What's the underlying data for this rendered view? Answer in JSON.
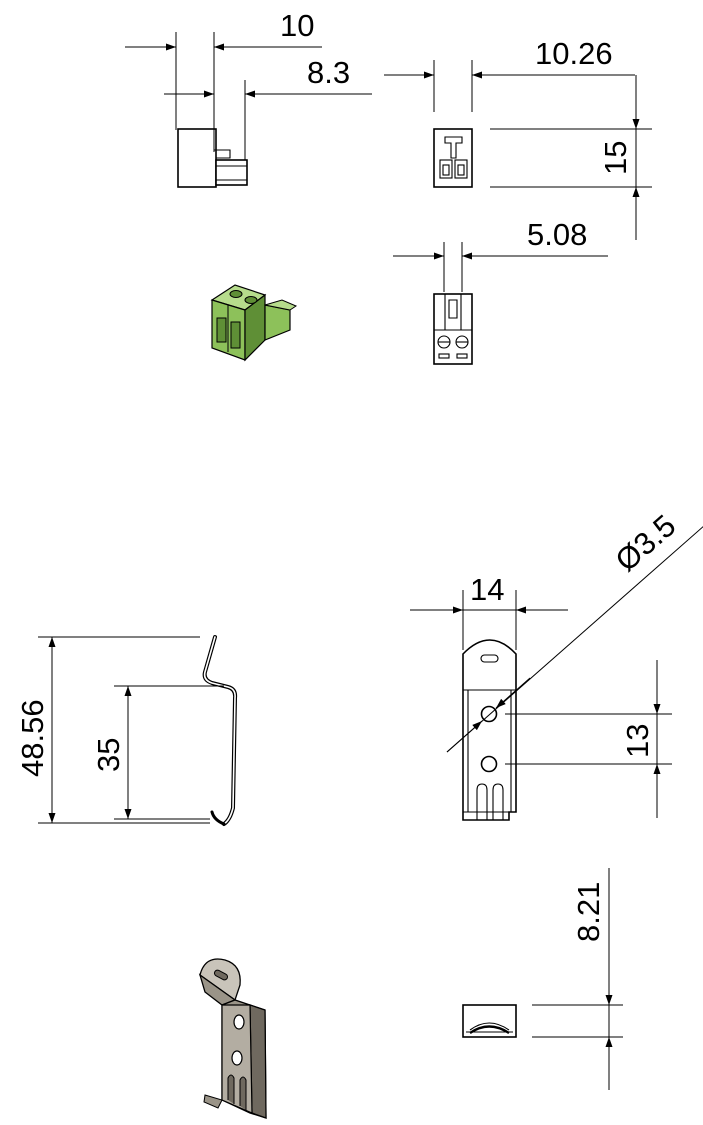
{
  "dimensions": {
    "connector_depth_total": "10",
    "connector_depth_body": "8.3",
    "connector_width": "10.26",
    "connector_height": "15",
    "pitch": "5.08",
    "clip_height_total": "48.56",
    "rail_height": "35",
    "bracket_width": "14",
    "hole_diameter": "Ø3.5",
    "hole_spacing": "13",
    "bracket_thickness": "8.21"
  },
  "colors": {
    "line": "#000000",
    "connector_green": "#8dc15a",
    "connector_green_dark": "#5f8f36",
    "connector_green_light": "#b6dc8c",
    "steel": "#9a9488",
    "steel_dark": "#6f695f",
    "steel_light": "#c9c4ba"
  }
}
